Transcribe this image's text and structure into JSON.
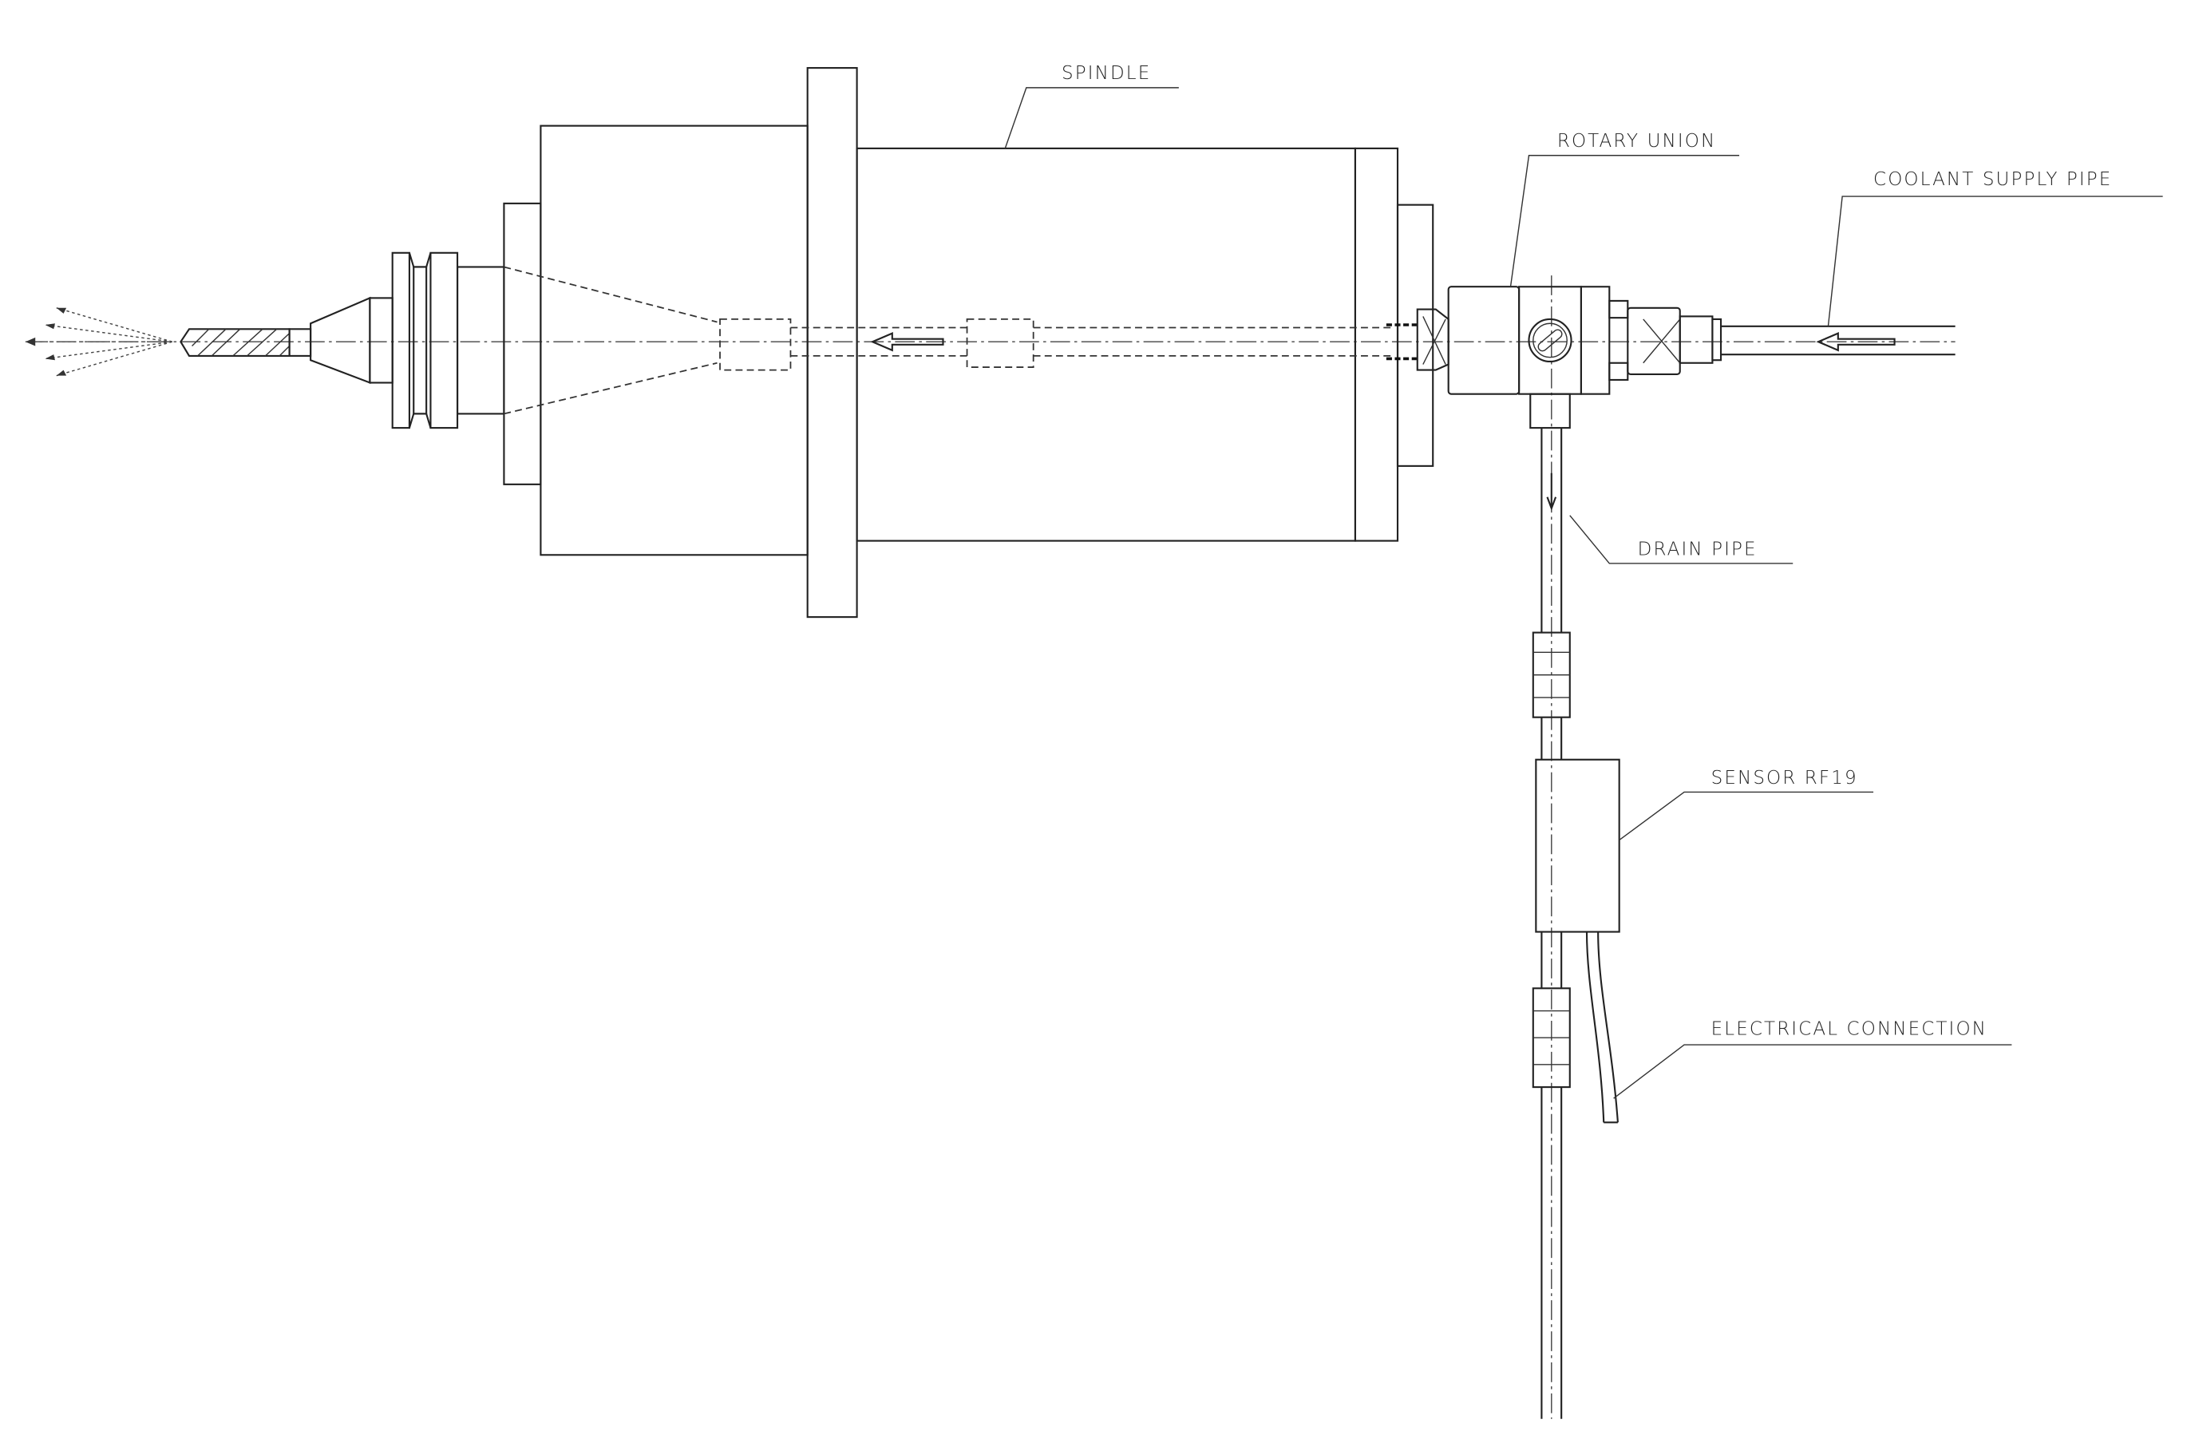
{
  "labels": {
    "spindle": "SPINDLE",
    "rotary_union": "ROTARY UNION",
    "coolant_supply_pipe": "COOLANT SUPPLY PIPE",
    "drain_pipe": "DRAIN PIPE",
    "sensor": "SENSOR RF19",
    "electrical_connection": "ELECTRICAL CONNECTION"
  }
}
